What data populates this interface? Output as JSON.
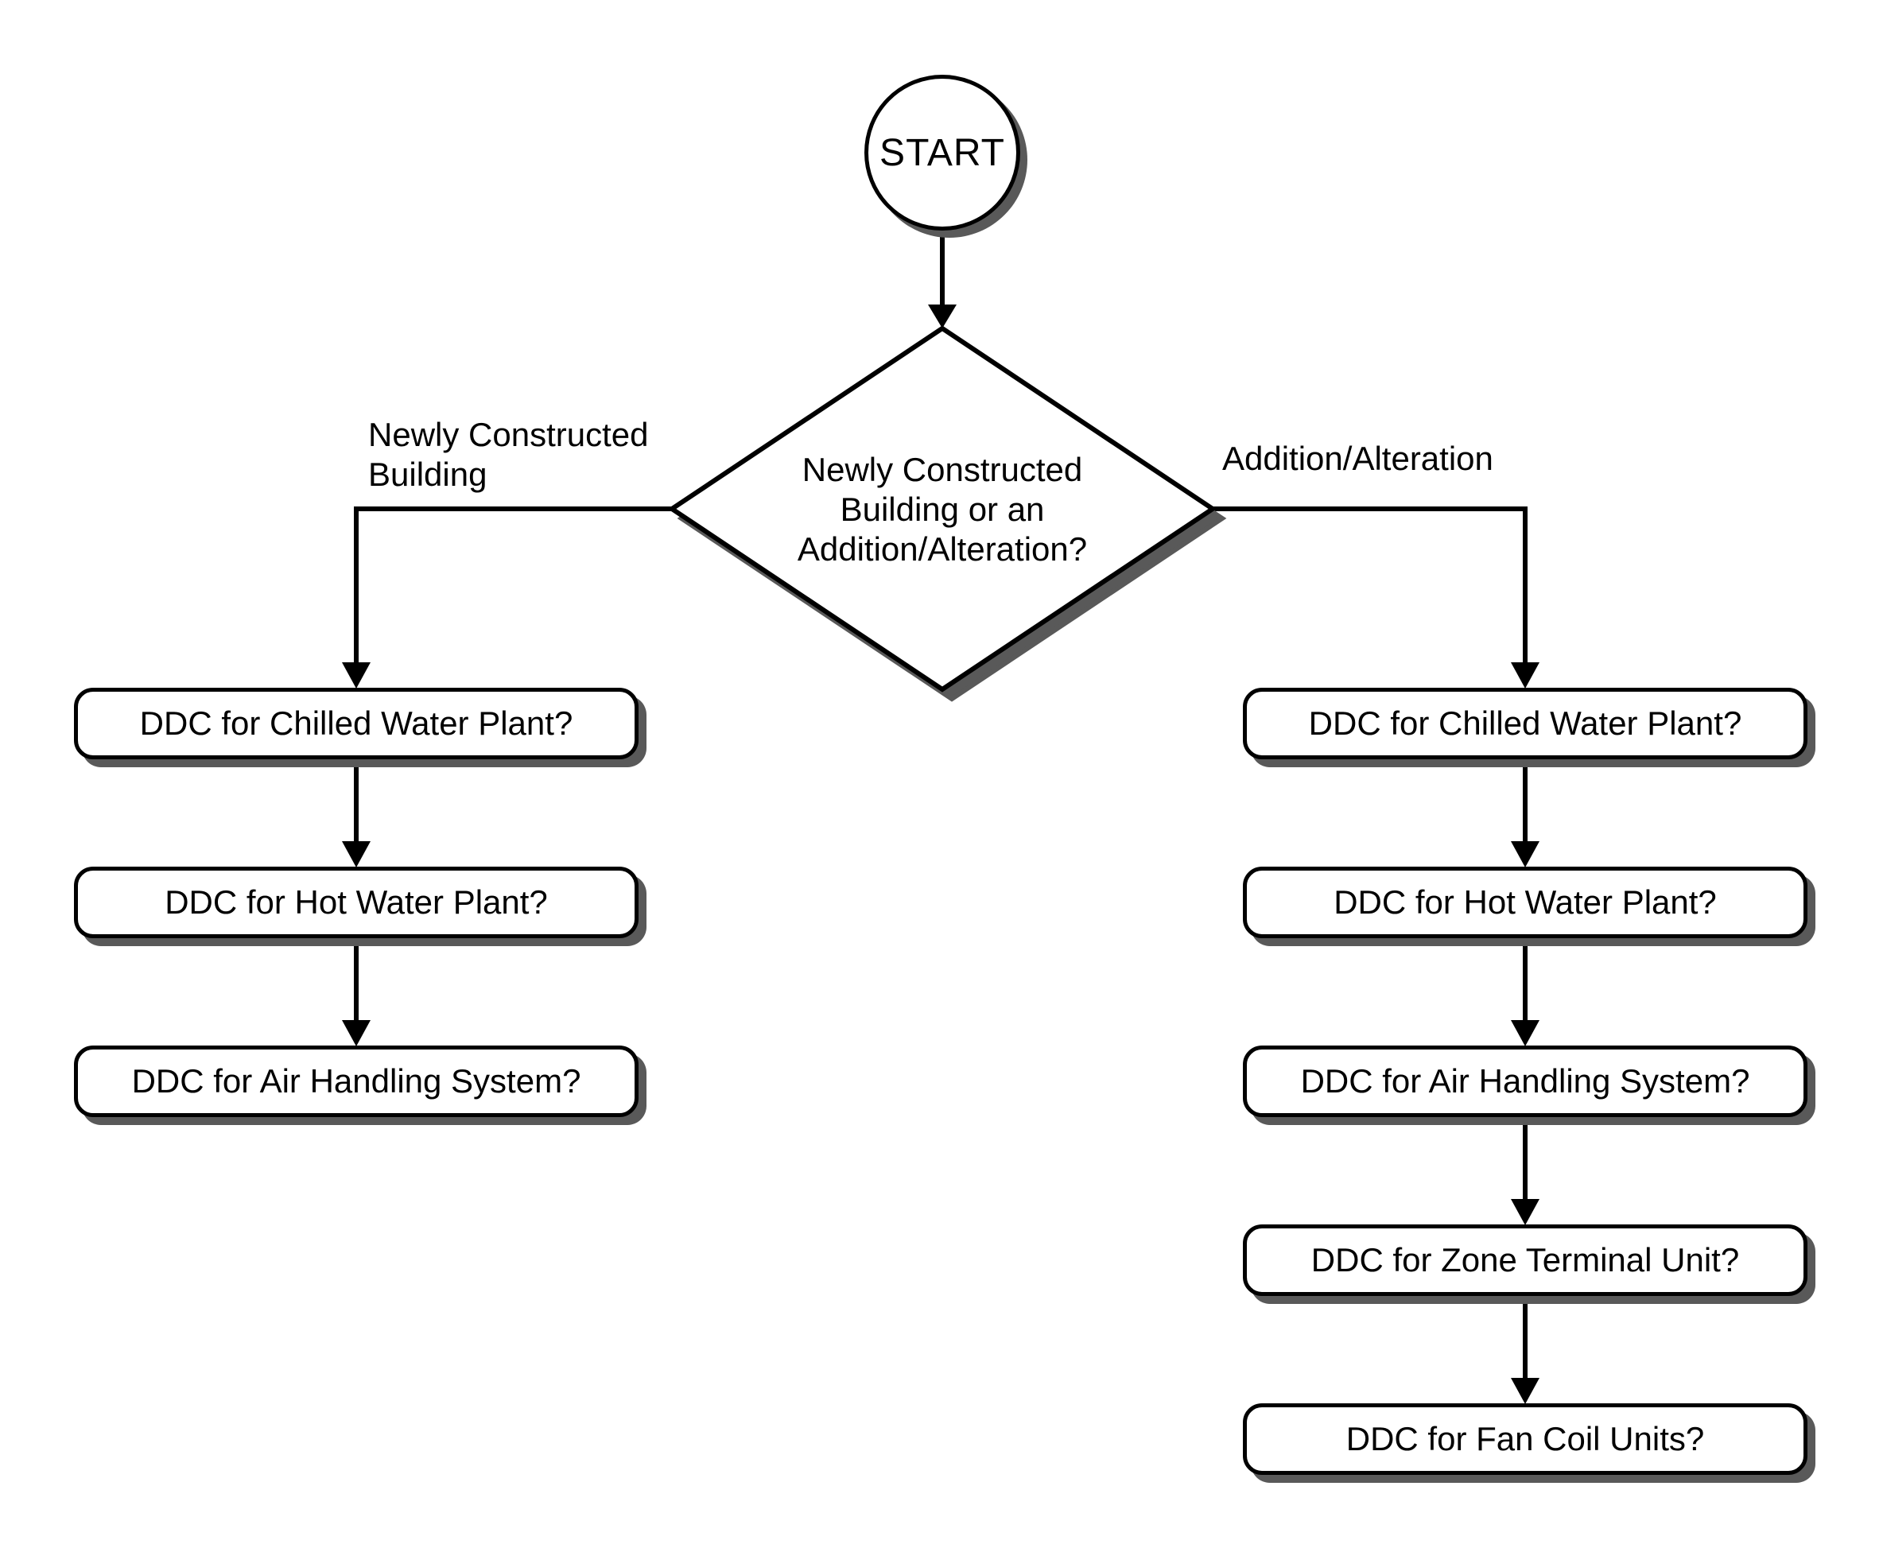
{
  "palette": {
    "background": "#ffffff",
    "line_color": "#000000",
    "shadow_color": "#595959",
    "node_fill": "#ffffff"
  },
  "start": {
    "label": "START"
  },
  "decision": {
    "lines": [
      "Newly Constructed",
      "Building or an",
      "Addition/Alteration?"
    ]
  },
  "branches": {
    "left": {
      "label": "Newly Constructed Building",
      "boxes": [
        "DDC for Chilled Water Plant?",
        "DDC for Hot Water Plant?",
        "DDC for Air Handling System?"
      ]
    },
    "right": {
      "label": "Addition/Alteration",
      "boxes": [
        "DDC for Chilled Water Plant?",
        "DDC for Hot Water Plant?",
        "DDC for Air Handling System?",
        "DDC for Zone Terminal Unit?",
        "DDC for Fan Coil Units?"
      ]
    }
  }
}
